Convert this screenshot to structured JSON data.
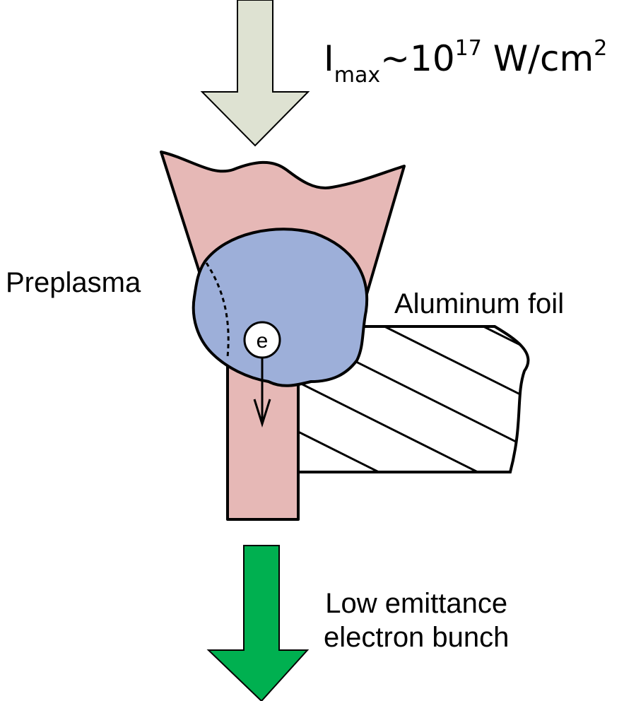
{
  "labels": {
    "intensity": {
      "base": "I",
      "sub": "max",
      "tilde": "~10",
      "sup_exp": "17",
      "unit": " W/cm",
      "sup_unit": "2"
    },
    "preplasma": "Preplasma",
    "foil": "Aluminum foil",
    "electron": "e",
    "bunch_line1": "Low emittance",
    "bunch_line2": "electron bunch"
  },
  "colors": {
    "laser_arrow": "#dee2d2",
    "laser_region": "#e6b8b6",
    "plasma": "#9dafd9",
    "output_arrow": "#00b050",
    "outline": "#000000"
  }
}
